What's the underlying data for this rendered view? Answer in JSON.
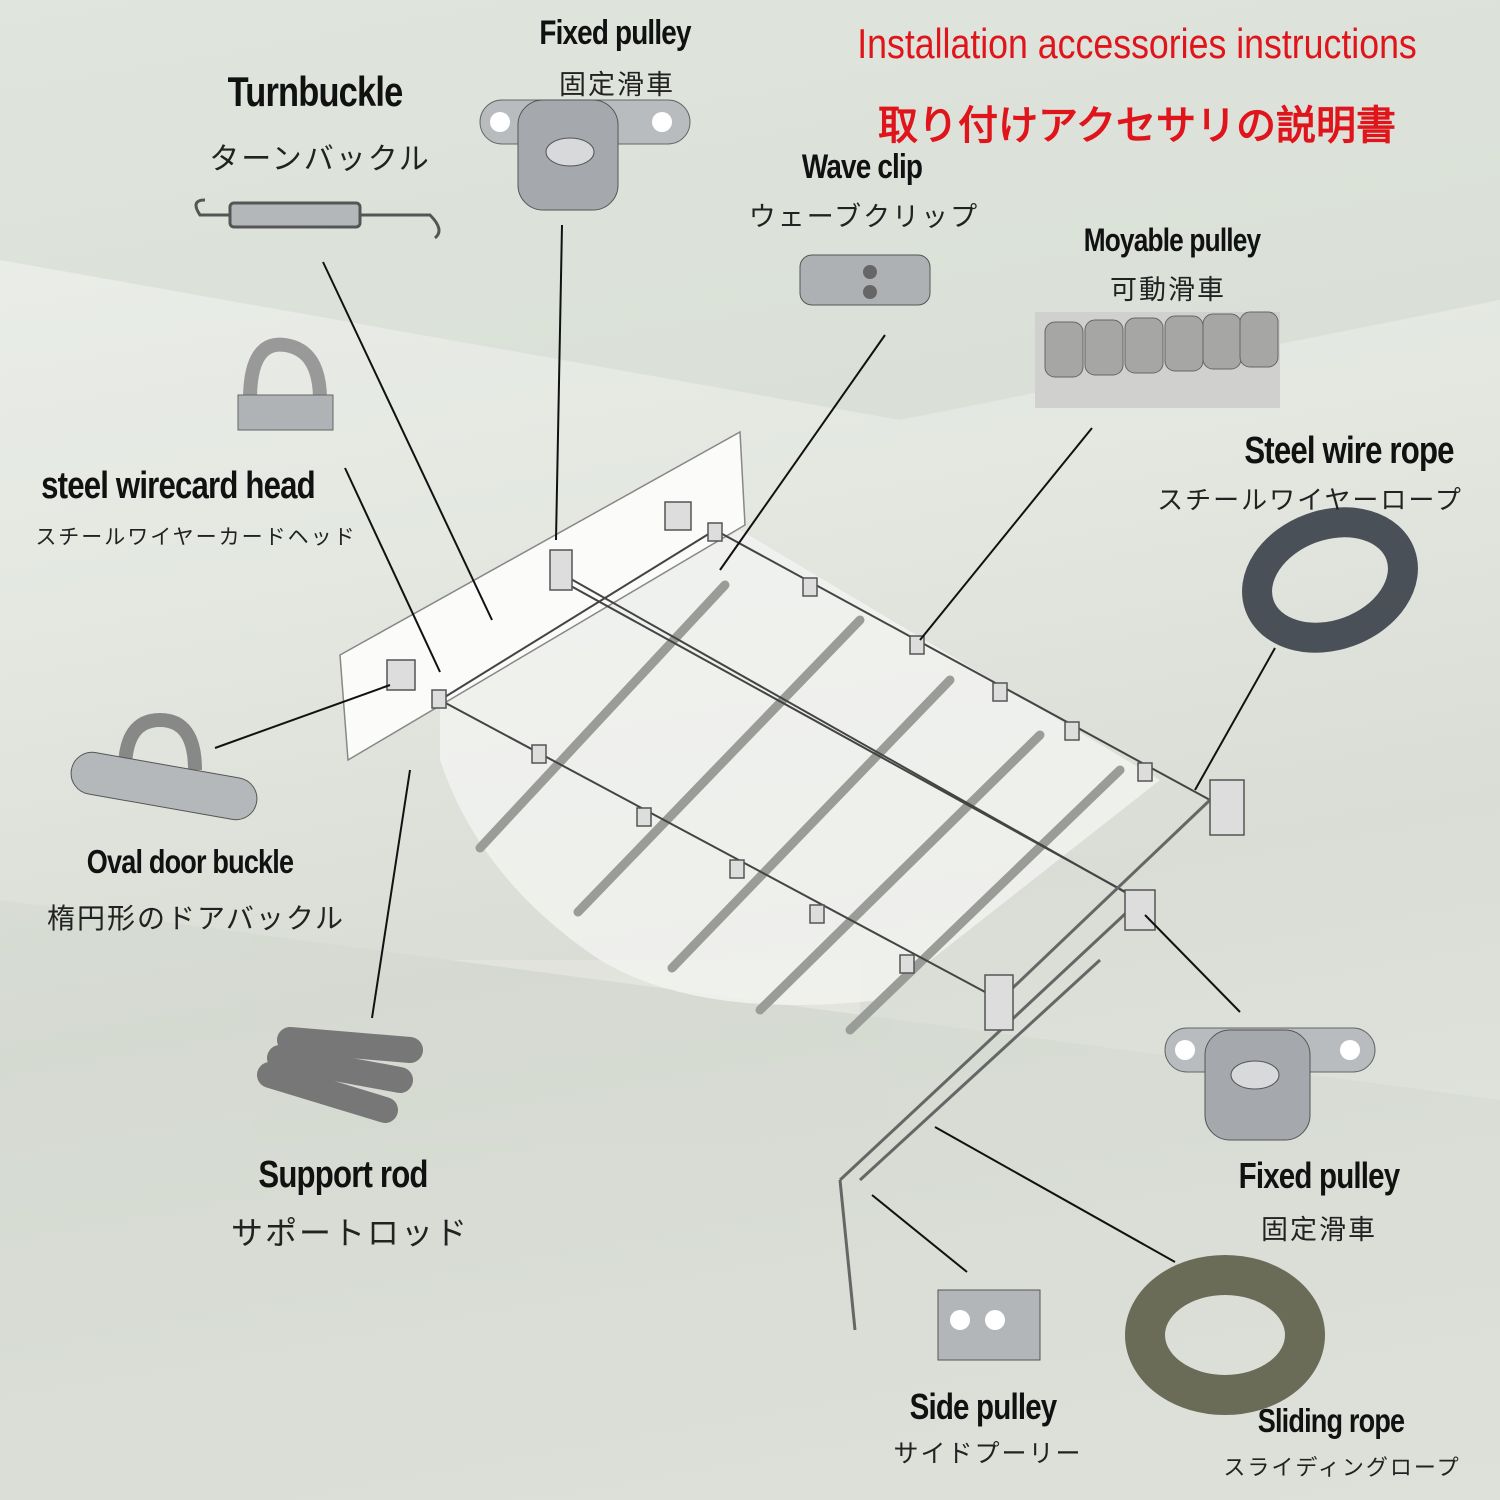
{
  "title": {
    "en": "Installation accessories instructions",
    "jp": "取り付けアクセサリの説明書",
    "color": "#e0141b"
  },
  "parts": {
    "fixed_pulley_top": {
      "en": "Fixed pulley",
      "jp": "固定滑車"
    },
    "turnbuckle": {
      "en": "Turnbuckle",
      "jp": "ターンバックル"
    },
    "wave_clip": {
      "en": "Wave clip",
      "jp": "ウェーブクリップ"
    },
    "movable_pulley": {
      "en": "Moyable pulley",
      "jp": "可動滑車"
    },
    "steel_wire_rope": {
      "en": "Steel wire rope",
      "jp": "スチールワイヤーロープ"
    },
    "steel_wirecard_head": {
      "en": "steel wirecard head",
      "jp": "スチールワイヤーカードヘッド"
    },
    "oval_door_buckle": {
      "en": "Oval door buckle",
      "jp": "楕円形のドアバックル"
    },
    "support_rod": {
      "en": "Support rod",
      "jp": "サポートロッド"
    },
    "fixed_pulley_bottom": {
      "en": "Fixed pulley",
      "jp": "固定滑車"
    },
    "side_pulley": {
      "en": "Side pulley",
      "jp": "サイドプーリー"
    },
    "sliding_rope": {
      "en": "Sliding rope",
      "jp": "スライディングロープ"
    }
  }
}
